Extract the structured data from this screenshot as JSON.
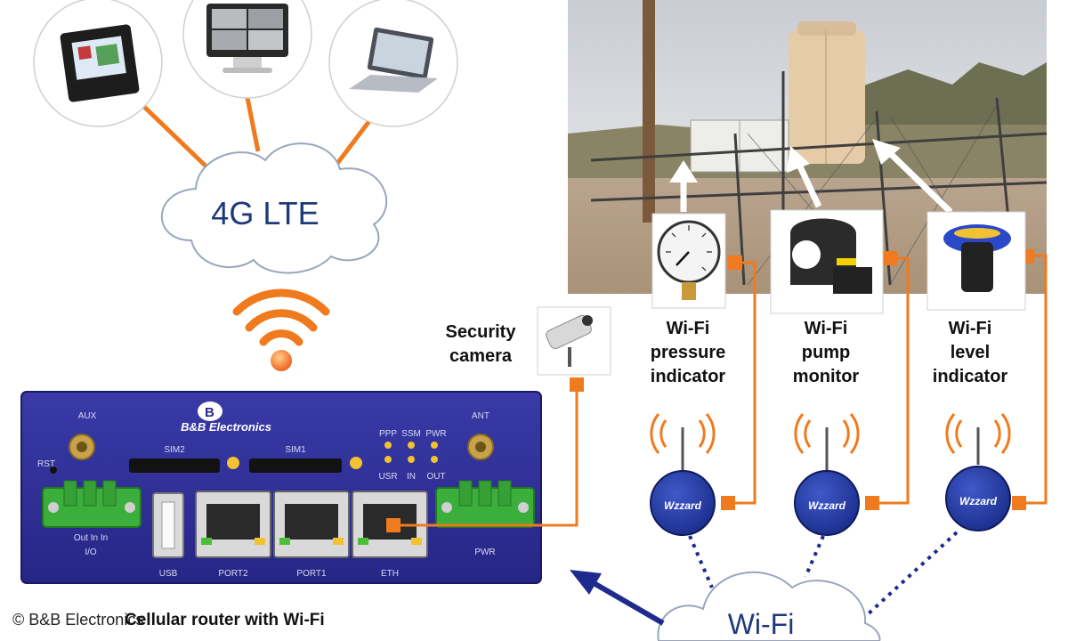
{
  "cloud_top": {
    "label": "4G LTE"
  },
  "cloud_bottom": {
    "label": "Wi-Fi"
  },
  "router": {
    "brand": "B&B Electronics",
    "aux_label": "AUX",
    "ant_label": "ANT",
    "rst_label": "RST",
    "sim2_label": "SIM2",
    "sim1_label": "SIM1",
    "led_labels_top": [
      "PPP",
      "SSM",
      "PWR"
    ],
    "led_labels_bottom": [
      "USR",
      "IN",
      "OUT"
    ],
    "io_label": "I/O",
    "io_pins": "Out In In",
    "pwr_label": "PWR",
    "port_labels": [
      "USB",
      "PORT2",
      "PORT1",
      "ETH"
    ]
  },
  "devices": {
    "security_camera": [
      "Security",
      "camera"
    ],
    "pressure": [
      "Wi-Fi",
      "pressure",
      "indicator"
    ],
    "pump": [
      "Wi-Fi",
      "pump",
      "monitor"
    ],
    "level": [
      "Wi-Fi",
      "level",
      "indicator"
    ],
    "node_label": "Wzzard"
  },
  "footer": {
    "copyright": "© B&B Electronics",
    "caption": "Cellular router with Wi-Fi"
  },
  "colors": {
    "router_blue": "#2f2f9a",
    "link_orange": "#f07a1e",
    "wifi_blue": "#1f2a8f",
    "connector_green": "#3cae3c",
    "cloud_fill": "#ffffff",
    "cloud_stroke": "#9aa6bc"
  }
}
